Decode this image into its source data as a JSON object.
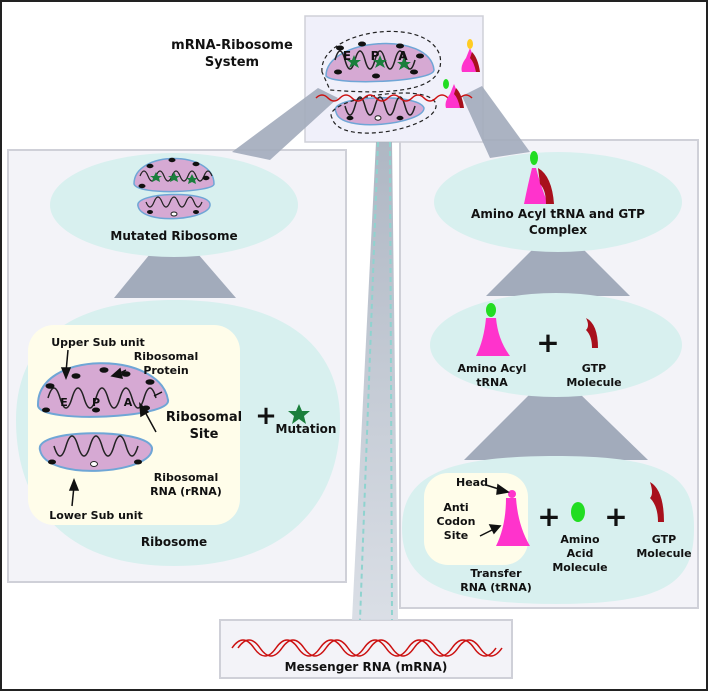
{
  "top": {
    "title_line1": "mRNA-Ribosome",
    "title_line2": "System",
    "site_labels": [
      "E",
      "P",
      "A"
    ]
  },
  "left_panel": {
    "mutated_label": "Mutated Ribosome",
    "upper_subunit": "Upper Sub unit",
    "ribosomal_protein_line1": "Ribosomal",
    "ribosomal_protein_line2": "Protein",
    "ribosomal_site_line1": "Ribosomal",
    "ribosomal_site_line2": "Site",
    "rrna_line1": "Ribosomal",
    "rrna_line2": "RNA (rRNA)",
    "lower_subunit": "Lower Sub unit",
    "ribosome_label": "Ribosome",
    "plus": "+",
    "mutation_label": "Mutation"
  },
  "right_panel": {
    "complex_line1": "Amino Acyl tRNA and GTP",
    "complex_line2": "Complex",
    "aa_trna_line1": "Amino Acyl",
    "aa_trna_line2": "tRNA",
    "gtp_line1": "GTP",
    "gtp_line2": "Molecule",
    "head_label": "Head",
    "anticodon_line1": "Anti",
    "anticodon_line2": "Codon",
    "anticodon_line3": "Site",
    "trna_line1": "Transfer",
    "trna_line2": "RNA (tRNA)",
    "amino_line1": "Amino",
    "amino_line2": "Acid",
    "amino_line3": "Molecule",
    "gtp2_line1": "GTP",
    "gtp2_line2": "Molecule",
    "plus": "+"
  },
  "bottom": {
    "mrna_label": "Messenger RNA (mRNA)"
  },
  "colors": {
    "ribosome_fill": "#d6a9d3",
    "ribosome_outline": "#6fa6d6",
    "bubble_fill": "#d8f0ef",
    "inner_fill": "#fffdea",
    "panel_fill": "#f3f3f8",
    "trna_fill": "#ff33cc",
    "gtp_fill": "#a8101c",
    "amino_fill": "#22dd22",
    "mutation_fill": "#1a7f3c",
    "mrna": "#cc1111",
    "connector": "#9aa6b6"
  }
}
